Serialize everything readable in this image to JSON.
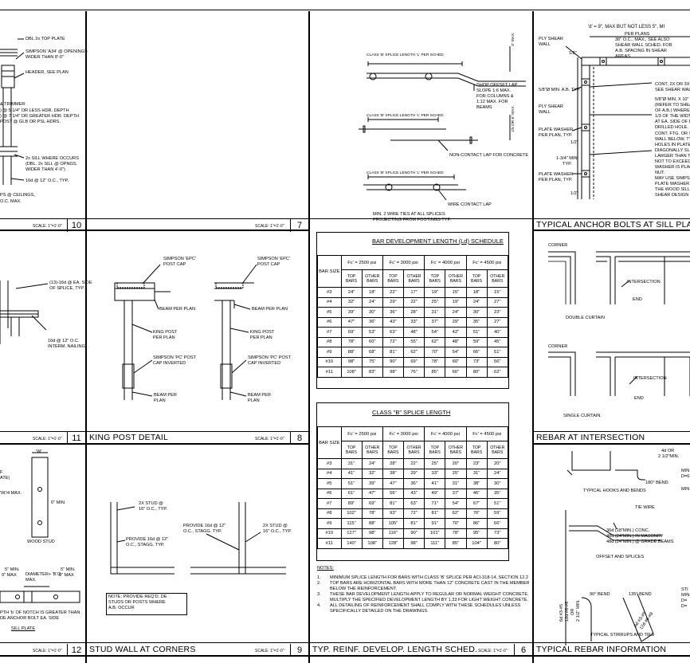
{
  "panels": {
    "p10": {
      "scale": "SCALE: 1\"=1'-0\"",
      "num": "10"
    },
    "p7": {
      "scale": "SCALE: 1\"=1'-0\"",
      "num": "7"
    },
    "p11": {
      "scale": "SCALE: 1\"=1'-0\"",
      "num": "11"
    },
    "p8": {
      "title": "KING POST DETAIL",
      "scale": "SCALE: 1\"=1'-0\"",
      "num": "8"
    },
    "p12": {
      "scale": "SCALE: 1\"=1'-0\"",
      "num": "12"
    },
    "p9": {
      "title": "STUD WALL AT CORNERS",
      "scale": "SCALE: 1\"=1'-0\"",
      "num": "9"
    },
    "p6": {
      "title": "TYP. REINF. DEVELOP. LENGTH SCHED.",
      "scale": "SCALE: 1\"=1'-0\"",
      "num": "6"
    },
    "anchor": {
      "title": "TYPICAL ANCHOR BOLTS AT SILL PLATE"
    },
    "rebar_int": {
      "title": "REBAR AT INTERSECTION"
    },
    "rebar_info": {
      "title": "TYPICAL REBAR INFORMATION"
    }
  },
  "p10_notes": [
    "DBL 2x TOP PLATE",
    "SIMPSON 'A34' @ OPENINGS",
    "WIDER THAN 8'-0\"",
    "HEADER, SEE PLAN",
    "& TRIMMER:",
    ") @ 5 1/4\" OR LESS HDR. DEPTH",
    ") @ 7 1/4\" OR GREATER HDR. DEPTH",
    "POST @ GLB OR PSL HDRS.",
    "2x SILL WHERE OCCURS",
    "(DBL. 2x SILL @ OPNGS.",
    "WIDER THAN 4'-0\")",
    "16d @ 12\" O.C., TYP.",
    "PS @ CEILINGS,",
    "O.C. MAX."
  ],
  "p7_notes": {
    "splice_a": "CLASS 'B' SPLICE LENGTH 'L' PER SCHED.",
    "shop_offset": [
      "SHOP OFFSET LAP",
      "SLOPE 1:6 MAX.",
      "FOR COLUMNS &",
      "1:12 MAX. FOR",
      "BEAMS"
    ],
    "splice_b": "CLASS 'B' SPLICE LENGTH 'L' PER SCHED.",
    "noncontact": "NON-CONTACT LAP FOR CONCRETE",
    "splice_c": "CLASS 'B' SPLICE LENGTH 'L' PER SCHED.",
    "wire_lap": "WIRE CONTACT LAP",
    "ties": [
      "MIN. 2 WIRE TIES AT ALL SPLICES",
      "PROJECTING FROM FOOTINGS TYP."
    ],
    "dim_a": "3\" MAX.",
    "dim_b": "1/5 OR 6\" MAX."
  },
  "p11_notes": [
    "(13)-16d @ EA. SIDE",
    "OF SPLICE, TYP.",
    "16d @ 12\" O.C.",
    "INTERM. NAILING"
  ],
  "p8_notes": {
    "left": [
      "SIMPSON 'EPC'",
      "POST CAP",
      "BEAM PER PLAN",
      "KING POST",
      "PER PLAN",
      "SIMPSON 'PC' POST",
      "CAP INVERTED",
      "BEAM PER",
      "PLAN"
    ],
    "right": [
      "SIMPSON 'EPC'",
      "POST CAP",
      "BEAM PER PLAN",
      "KING POST",
      "PER PLAN",
      "SIMPSON 'PC' POST",
      "CAP INVERTED",
      "BEAM PER",
      "PLAN"
    ]
  },
  "p12_notes": [
    "'W'",
    "F",
    "ATE)",
    "'W'/4 MAX.",
    "6\" MIN.",
    "WOOD STUD",
    "DIAMETER+ 'B'/2",
    "MAX.",
    "5\" MIN.",
    "9\" MAX",
    "5\" MIN.",
    "9\" MAX",
    "PTH 'b' OF NOTCH IS GREATER THAN",
    "DE ANCHOR BOLT EA. SIDE",
    "SILL PLATE"
  ],
  "p9_notes": {
    "a": [
      "2X STUD @",
      "16\" O.C., TYP."
    ],
    "b": [
      "PROVIDE 16d @ 12\"",
      "O.C., STAGG. TYP."
    ],
    "c": [
      "PROVIDE 16d @ 12\"",
      "O.C., STAGG. TYP."
    ],
    "d": [
      "2X STUD @",
      "16\" O.C., TYP."
    ],
    "note": [
      "NOTE: PROVIDE REQ'D. DE",
      "STUDS OR POSTS WHERE",
      "A.B. OCCUR"
    ]
  },
  "ld_table": {
    "title": "BAR DEVELOPMENT LENGTH (Ld) SCHEDULE",
    "bar_size": "BAR SIZE",
    "groups": [
      "Fc' = 2500 psi",
      "Fc' = 3000 psi",
      "Fc' = 4000 psi",
      "Fc' = 4500 psi"
    ],
    "sub": [
      "TOP BARS",
      "OTHER BARS"
    ],
    "rows": [
      [
        "#3",
        "24\"",
        "18\"",
        "22\"",
        "17\"",
        "19\"",
        "15\"",
        "18\"",
        "15\""
      ],
      [
        "#4",
        "32\"",
        "24\"",
        "29\"",
        "22\"",
        "25\"",
        "19\"",
        "24\"",
        "27\""
      ],
      [
        "#5",
        "39\"",
        "30\"",
        "36\"",
        "28\"",
        "31\"",
        "24\"",
        "30\"",
        "23\""
      ],
      [
        "#6",
        "47\"",
        "36\"",
        "43\"",
        "33\"",
        "37\"",
        "29\"",
        "35\"",
        "27\""
      ],
      [
        "#7",
        "69\"",
        "53\"",
        "63\"",
        "48\"",
        "54\"",
        "42\"",
        "51\"",
        "40\""
      ],
      [
        "#8",
        "78\"",
        "60\"",
        "72\"",
        "55\"",
        "62\"",
        "48\"",
        "59\"",
        "45\""
      ],
      [
        "#9",
        "88\"",
        "68\"",
        "81\"",
        "62\"",
        "70\"",
        "54\"",
        "66\"",
        "51\""
      ],
      [
        "#10",
        "98\"",
        "75\"",
        "90\"",
        "69\"",
        "78\"",
        "60\"",
        "73\"",
        "56\""
      ],
      [
        "#11",
        "108\"",
        "83\"",
        "98\"",
        "76\"",
        "85\"",
        "66\"",
        "80\"",
        "62\""
      ]
    ]
  },
  "splice_table": {
    "title": "CLASS \"B\" SPLICE LENGTH",
    "bar_size": "BAR SIZE",
    "groups": [
      "Fc' = 2500 psi",
      "Fc' = 3000 psi",
      "Fc' = 4000 psi",
      "Fc' = 4500 psi"
    ],
    "sub": [
      "TOP BARS",
      "OTHER BARS"
    ],
    "rows": [
      [
        "#3",
        "31\"",
        "24\"",
        "28\"",
        "22\"",
        "25\"",
        "20\"",
        "23\"",
        "20\""
      ],
      [
        "#4",
        "41\"",
        "32\"",
        "38\"",
        "29\"",
        "33\"",
        "25\"",
        "31\"",
        "24\""
      ],
      [
        "#5",
        "51\"",
        "39\"",
        "47\"",
        "36\"",
        "41\"",
        "31\"",
        "38\"",
        "30\""
      ],
      [
        "#6",
        "61\"",
        "47\"",
        "56\"",
        "43\"",
        "49\"",
        "37\"",
        "46\"",
        "35\""
      ],
      [
        "#7",
        "89\"",
        "69\"",
        "81\"",
        "63\"",
        "71\"",
        "54\"",
        "67\"",
        "51\""
      ],
      [
        "#8",
        "102\"",
        "78\"",
        "93\"",
        "72\"",
        "81\"",
        "62\"",
        "76\"",
        "59\""
      ],
      [
        "#9",
        "115\"",
        "88\"",
        "105\"",
        "81\"",
        "91\"",
        "70\"",
        "86\"",
        "66\""
      ],
      [
        "#10",
        "127\"",
        "98\"",
        "116\"",
        "90\"",
        "101\"",
        "78\"",
        "95\"",
        "73\""
      ],
      [
        "#11",
        "140\"",
        "108\"",
        "128\"",
        "98\"",
        "111\"",
        "85\"",
        "104\"",
        "80\""
      ]
    ]
  },
  "p6_notes": {
    "head": "NOTES:",
    "items": [
      [
        "1.",
        "MINIMUM SPLICE LENGTH FOR BARS WITH CLASS 'B' SPLICE PER ACI-318-14, SECTION 12.2"
      ],
      [
        "2.",
        "TOP BARS ARE HORIZONTAL BARS WITH MORE THAN 12\" CONCRETE CAST IN THE MEMBER"
      ],
      [
        "",
        "BELOW THE REINFORCEMENT."
      ],
      [
        "3.",
        "THESE BAR DEVELOPMENT LENGTH APPLY TO REGULAR OR NORMAL WEIGHT CONCRETE."
      ],
      [
        "",
        "MULTIPLY THE SPECIFIED DEVELOPMENT LENGTH BY 1.33 FOR LIGHT WEIGHT CONCRETE."
      ],
      [
        "4.",
        "ALL DETAILING OF REINFORCEMENT SHALL COMPLY WITH THESE SCHEDULES UNLESS"
      ],
      [
        "",
        "SPECIFICALLY DETAILED ON THE DRAWINGS."
      ]
    ]
  },
  "anchor_notes": {
    "top": "'d' = 9\", MAX BUT NOT LESS 5\", MI",
    "per_plans": "PER PLANS",
    "left": [
      "PLY SHEAR",
      "WALL",
      "5/8\"Ø MIN. A.B. TYP.",
      "PLY SHEAR",
      "WALL",
      "PLATE WASHER,",
      "PER PLAN, TYP.",
      "1-3/4\" MIN.",
      "TYP.",
      "PLATE WASHER",
      "PER PLAN, TYP."
    ],
    "right": [
      "36\" O.C., MAX., SEE ALSO",
      "SHEAR WALL SCHED. FOR",
      "A.B. SPACING IN SHEAR",
      "AREAS",
      "CONT. 2X OR 3X P.T. S",
      "SEE SHEAR WALL SC",
      "5/8\"Ø MIN. X 10\" MIN.",
      "(REFER TO SHEAR WA",
      "OF A.B.) WHERE PLATE",
      "1/3 OF THE WIDTH OF",
      "AT EA. SIDE OF DISTAN",
      "DRILLED HOLE.",
      "CONT. FTG. OR STEM",
      "WALL BELOW, TYP.",
      "HOLES IN PLATE WASH",
      "DIAGONALLY SLOTTED",
      "LARGER THAN THE BO",
      "NOT TO EXCEED 1-1/4",
      "WASHER IS PLACED B",
      "NUT.",
      "MAY USE SIMPSON 'BP'",
      "PLATE WASHER SHALL",
      "THE WOOD SILL PLATE",
      "SHEAR DESIGN VALUE"
    ],
    "dims": [
      "1/2\"",
      "1/2\"",
      "1/2\""
    ]
  },
  "rebar_int_notes": [
    "CORNER",
    "INTERSECTION",
    "END",
    "DOUBLE CURTAIN",
    "CORNER",
    "INTERSECTION",
    "END",
    "SINGLE CURTAIN"
  ],
  "rebar_info_notes": {
    "a": [
      "4d OR",
      "2 1/2\"MIN.",
      "180° BEND",
      "TYPICAL HOOKS AND BENDS",
      "MIN",
      "D=6",
      "MIN"
    ],
    "b": [
      "TIE WIRE",
      "36d (18\"MIN.) CONC.",
      "48d (24\"MIN.) IN MASONRY",
      "48d (24\"MIN.) @ GRADE BEAMS",
      "OFFSET AND SPLICES"
    ],
    "c": [
      "90° BEND",
      "135° BEND",
      "6d #3-#5",
      "12d #6-#8",
      "OR",
      "2 1/2\" MIN.",
      "6d #3-#5",
      "12d #6-#8",
      "TYPICAL STIRRUPS AND TIES",
      "STI",
      "MIN",
      "D=",
      "D="
    ]
  }
}
